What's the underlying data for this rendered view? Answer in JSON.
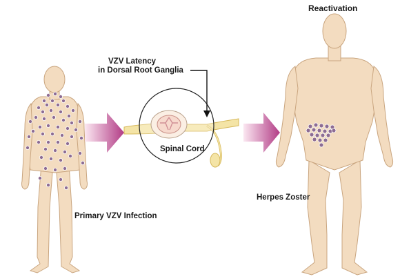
{
  "labels": {
    "reactivation": "Reactivation",
    "latency_line1": "VZV Latency",
    "latency_line2": "in Dorsal Root Ganglia",
    "spinal_cord": "Spinal Cord",
    "herpes_zoster": "Herpes Zoster",
    "primary": "Primary VZV Infection"
  },
  "colors": {
    "skin": "#f3dcc0",
    "skin_outline": "#c9a57f",
    "lesion_fill": "#8d6c93",
    "lesion_ring": "#ffffff",
    "arrow_start": "#fbe7f1",
    "arrow_end": "#b23c86",
    "nerve": "#f4e4a6",
    "nerve_outline": "#d6b85a",
    "text": "#1a1a1a"
  },
  "icons": [
    "child-figure",
    "adult-figure",
    "spinal-cord-cross-section",
    "progression-arrow",
    "vesicle-lesion"
  ]
}
